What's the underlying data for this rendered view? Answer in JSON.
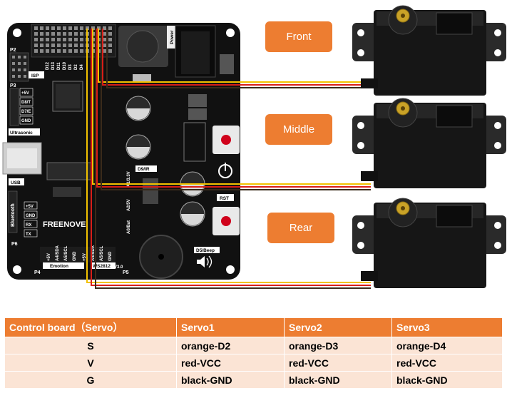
{
  "board": {
    "brand": "FREENOVE",
    "version": "V3.0",
    "headers": {
      "p2": "P2",
      "isp": "ISP",
      "p3": "P3",
      "ultrasonic": "Ultrasonic",
      "usb": "USB",
      "bluetooth": "Bluetooth",
      "p6": "P6",
      "p4": "P4",
      "p5": "P5",
      "emotion": "Emotion",
      "ws2812": "WS2812",
      "power": "Power",
      "d9ir": "D9/IR",
      "rst": "RST",
      "d5beep": "D5/Beep"
    },
    "p3_pins": [
      "+5V",
      "D8/T",
      "D7/E",
      "GND"
    ],
    "bt_pins": [
      "+5V",
      "GND",
      "RX",
      "TX"
    ],
    "analog_labels": [
      "A1/3.3V",
      "A2/5V",
      "A0/Bat"
    ],
    "top_pins": [
      "D12",
      "D13",
      "D11",
      "D10",
      "D3",
      "D2",
      "D4"
    ],
    "bottom_pins": [
      "+5V",
      "A4/SDA",
      "A5/SCL",
      "GND",
      "+5V",
      "A4/SDA",
      "A5/SCL",
      "GND"
    ]
  },
  "servos": [
    {
      "label": "Front"
    },
    {
      "label": "Middle"
    },
    {
      "label": "Rear"
    }
  ],
  "colors": {
    "accent": "#ED7D31",
    "row_fill": "#FBE4D5",
    "wire_signal": "#F2C200",
    "wire_vcc": "#D91E18",
    "wire_gnd": "#3A2A1A",
    "board": "#111111"
  },
  "table": {
    "headers": [
      "Control board（Servo）",
      "Servo1",
      "Servo2",
      "Servo3"
    ],
    "rows": [
      [
        "S",
        "orange-D2",
        "orange-D3",
        "orange-D4"
      ],
      [
        "V",
        "red-VCC",
        "red-VCC",
        "red-VCC"
      ],
      [
        "G",
        "black-GND",
        "black-GND",
        "black-GND"
      ]
    ]
  }
}
